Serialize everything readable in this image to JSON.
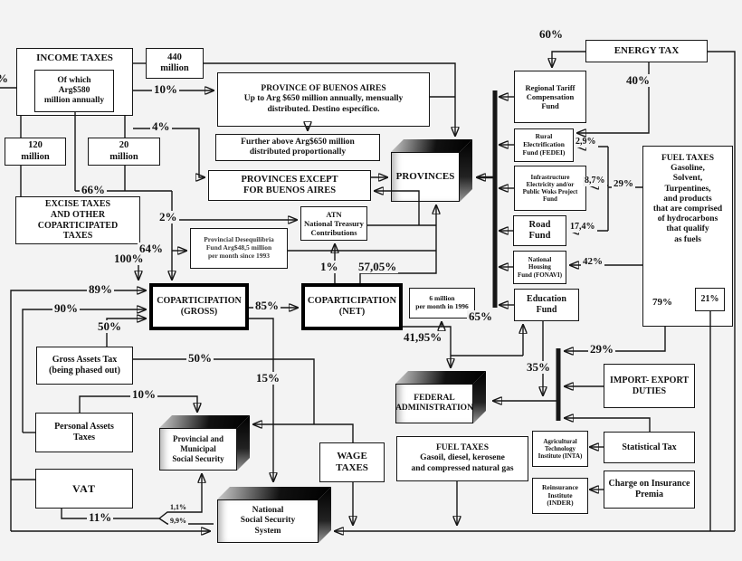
{
  "colors": {
    "background": "#f3f3f3",
    "line": "#161616",
    "box_fill": "#ffffff"
  },
  "boxes": {
    "income_taxes": "INCOME TAXES",
    "income_inner": "Of which\nArg$580\nmillion annually",
    "m440": "440\nmillion",
    "m120": "120\nmillion",
    "m20": "20\nmillion",
    "pba": "PROVINCE OF BUENOS AIRES\nUp to Arg $650 million annually, mensually\ndistributed. Destino específico.",
    "further": "Further above Arg$650 million\ndistributed proportionally",
    "prov_except": "PROVINCES EXCEPT\nFOR BUENOS AIRES",
    "atn": "ATN\nNational Treasury\nContributions",
    "deseq": "Provincial Desequilibria\nFund Arg$48,5 million\nper month since 1993",
    "excise": "EXCISE TAXES\nAND OTHER\nCOPARTICIPATED\nTAXES",
    "gross": "COPARTICIPATION\n(GROSS)",
    "net": "COPARTICIPATION\n(NET)",
    "m6": "6 million\nper month in 1996",
    "gross_assets": "Gross Assets Tax\n(being phased out)",
    "personal_assets": "Personal Assets\nTaxes",
    "vat": "VAT",
    "pm_ss": "Provincial and\nMunicipal\nSocial Security",
    "nsss": "National\nSocial Security\nSystem",
    "wage": "WAGE\nTAXES",
    "fuel_gasoil": "FUEL TAXES\nGasoil, diesel, kerosene\nand compressed natural gas",
    "fed_admin": "FEDERAL\nADMINISTRATION",
    "provinces": "PROVINCES",
    "energy": "ENERGY TAX",
    "reg_tariff": "Regional Tariff\nCompensation\nFund",
    "fedei": "Rural\nElectrification\nFund (FEDEI)",
    "infra": "Infrastructure\nElectricity and/or\nPublic Woks Project\nFund",
    "road": "Road\nFund",
    "fonavi": "National\nHousing\nFund (FONAVI)",
    "education": "Education\nFund",
    "fuel_main": "FUEL TAXES\nGasoline,\nSolvent,\nTurpentines,\nand products\nthat are comprised\nof hydrocarbons\nthat qualify\nas fuels",
    "import_export": "IMPORT- EXPORT\nDUTIES",
    "statistical": "Statistical Tax",
    "charge": "Charge on Insurance\nPremia",
    "inta": "Agricultural\nTechnology\nInstitute (INTA)",
    "inder": "Reinsurance\nInstitute\n(INDER)"
  },
  "labels": {
    "pct_fragment": "%",
    "pct_10a": "10%",
    "pct_4": "4%",
    "pct_66": "66%",
    "pct_2": "2%",
    "pct_64": "64%",
    "pct_100": "100%",
    "pct_89": "89%",
    "pct_90": "90%",
    "pct_50a": "50%",
    "pct_85": "85%",
    "pct_15": "15%",
    "pct_1": "1%",
    "pct_5705": "57,05%",
    "pct_4195": "41,95%",
    "pct_50b": "50%",
    "pct_10b": "10%",
    "pct_11": "11%",
    "pct_1_1": "1,1%",
    "pct_9_9": "9,9%",
    "pct_60": "60%",
    "pct_40": "40%",
    "pct_2_9": "2,9%",
    "pct_8_7": "8,7%",
    "pct_29_fuel": "29%",
    "pct_17_4": "17,4%",
    "pct_42": "42%",
    "pct_65": "65%",
    "pct_29_ie": "29%",
    "pct_35": "35%",
    "pct_79": "79%",
    "pct_21": "21%"
  }
}
